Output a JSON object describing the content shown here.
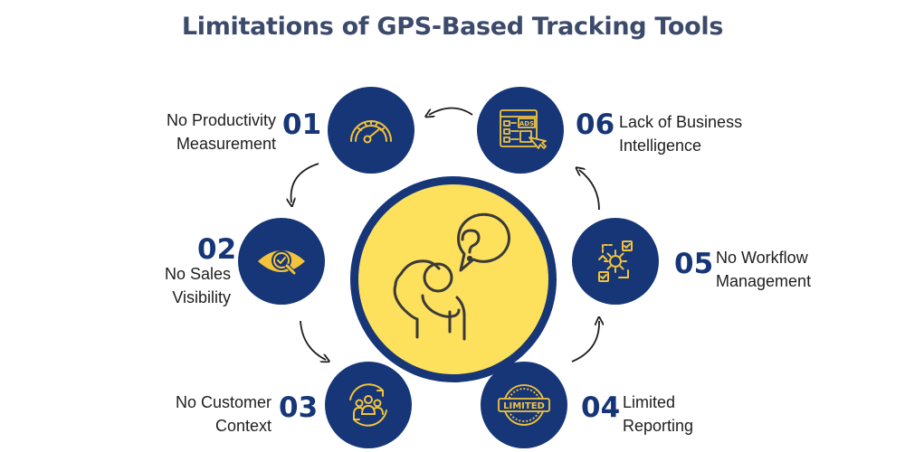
{
  "title": "Limitations of GPS-Based Tracking Tools",
  "colors": {
    "navy": "#163678",
    "yellow": "#fde05b",
    "title": "#3c4a6b"
  },
  "items": [
    {
      "num": "01",
      "line1": "No Productivity",
      "line2": "Measurement",
      "icon": "speedometer-gauge-icon"
    },
    {
      "num": "02",
      "line1": "No Sales",
      "line2": "Visibility",
      "icon": "eye-magnifier-icon"
    },
    {
      "num": "03",
      "line1": "No Customer",
      "line2": "Context",
      "icon": "customer-group-cycle-icon"
    },
    {
      "num": "04",
      "line1": "Limited",
      "line2": "Reporting",
      "icon": "limited-stamp-icon"
    },
    {
      "num": "05",
      "line1": "No Workflow",
      "line2": "Management",
      "icon": "workflow-gear-icon"
    },
    {
      "num": "06",
      "line1": "Lack of Business",
      "line2": "Intelligence",
      "icon": "ads-dashboard-icon"
    }
  ],
  "center_icon": "confused-person-question-icon",
  "ads_badge": "ADS",
  "limited_badge": "LIMITED"
}
